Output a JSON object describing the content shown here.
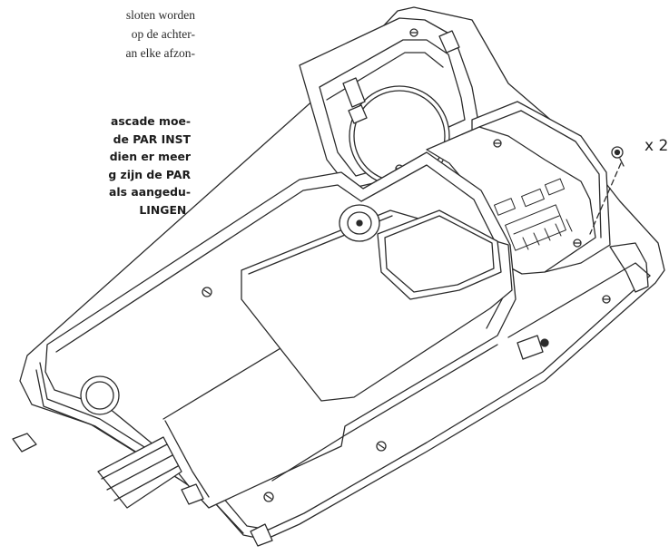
{
  "page": {
    "paragraph_lines": [
      "sloten worden",
      "op de achter-",
      "an elke afzon-"
    ],
    "note_lines": [
      "ascade moe-",
      "de PAR INST",
      "dien er meer",
      "g zijn de PAR",
      "als aangedu-",
      "LINGEN."
    ]
  },
  "illustration": {
    "quantity_label": "x 2",
    "line_color": "#2b2b2b",
    "fill_color": "#ffffff"
  }
}
